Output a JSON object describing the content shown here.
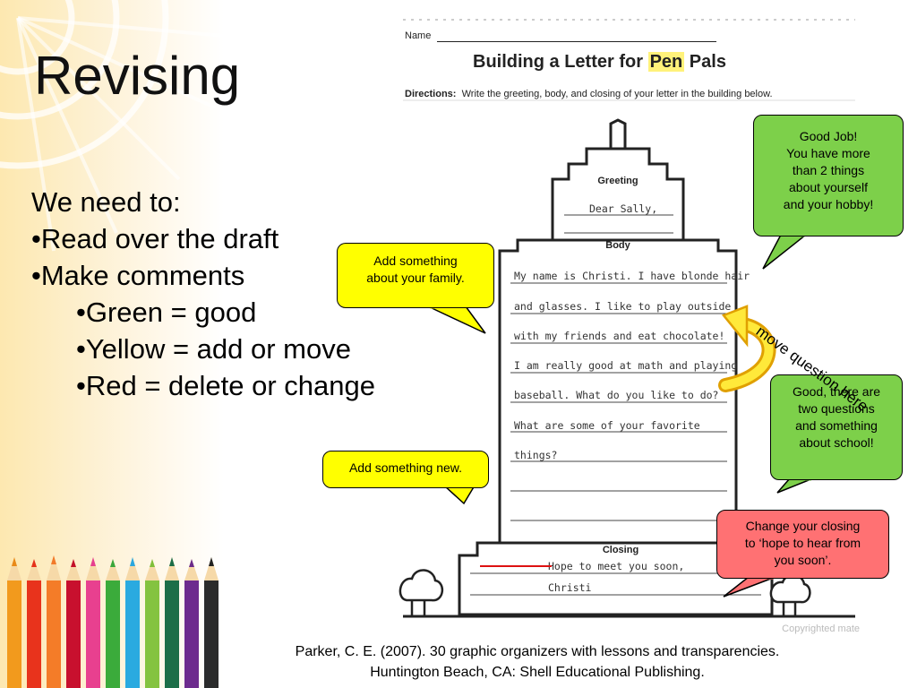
{
  "slide": {
    "title": "Revising",
    "bullets": {
      "intro": "We need to:",
      "item1": "•Read over the draft",
      "item2": "•Make comments",
      "sub1": "•Green = good",
      "sub2": "•Yellow = add or move",
      "sub3": "•Red = delete or change"
    },
    "citation_line1": "Parker, C. E. (2007).  30 graphic organizers with lessons and transparencies.",
    "citation_line2": "Huntington Beach, CA:  Shell Educational Publishing."
  },
  "worksheet": {
    "name_label": "Name",
    "title_prefix": "Building a Letter for ",
    "title_highlight": "Pen",
    "title_suffix": " Pals",
    "directions_label": "Directions:",
    "directions_text": "Write the greeting, body, and closing of your letter in the building below.",
    "greeting_label": "Greeting",
    "greeting_text": "Dear Sally,",
    "body_label": "Body",
    "body_lines": [
      "My name is Christi.  I have blonde hair",
      "and glasses.  I like to play outside",
      "with my friends and eat chocolate!",
      "I am really good at math and playing",
      "baseball.  What do you like to do?",
      "What are some of your favorite",
      "things?"
    ],
    "closing_label": "Closing",
    "closing_line1": "Hope to meet you soon,",
    "closing_line2": "Christi",
    "copyright": "Copyrighted mate"
  },
  "comments": {
    "green1": [
      "Good Job!",
      "You have more",
      "than 2 things",
      "about yourself",
      "and your hobby!"
    ],
    "green2": [
      "Good, there are",
      "two questions",
      "and something",
      "about school!"
    ],
    "yellow1": [
      "Add something",
      "about your family."
    ],
    "yellow2": [
      "Add something new."
    ],
    "red1": [
      "Change your closing",
      "to ‘hope to hear from",
      "you soon’."
    ],
    "move_note": "move question here"
  },
  "colors": {
    "good": "#7dd04a",
    "add_or_move": "#ffff00",
    "delete_or_change": "#ff7173"
  }
}
